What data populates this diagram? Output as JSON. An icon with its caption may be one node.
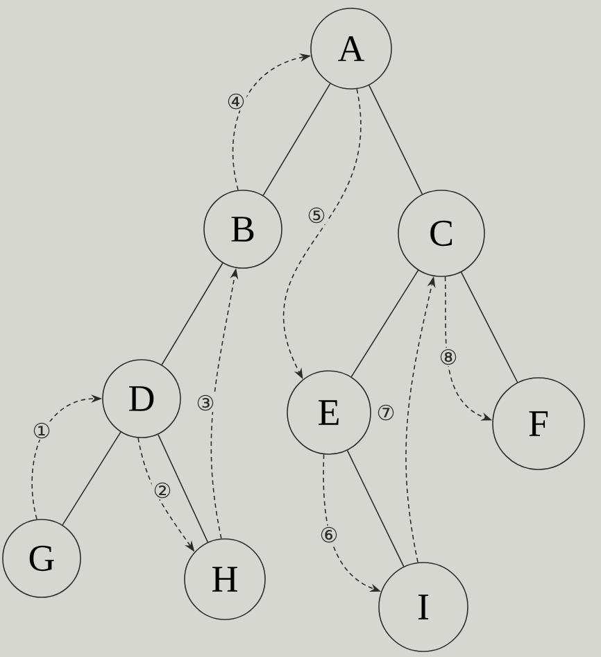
{
  "diagram": {
    "nodes": [
      {
        "text": [
          "A"
        ]
      },
      {
        "text": [
          "B"
        ]
      },
      {
        "text": [
          "C"
        ]
      },
      {
        "text": [
          "D"
        ]
      },
      {
        "text": [
          "E"
        ]
      },
      {
        "text": [
          "F"
        ]
      },
      {
        "text": [
          "G"
        ]
      },
      {
        "text": [
          "H"
        ]
      },
      {
        "text": [
          "I"
        ]
      }
    ],
    "edges": [
      {
        "from": 0,
        "to": 1,
        "arrow": "none"
      },
      {
        "from": 0,
        "to": 2,
        "arrow": "none"
      },
      {
        "from": 1,
        "to": 3,
        "arrow": "none"
      },
      {
        "from": 2,
        "to": 4,
        "arrow": "none"
      },
      {
        "from": 2,
        "to": 5,
        "arrow": "none"
      },
      {
        "from": 3,
        "to": 6,
        "arrow": "none"
      },
      {
        "from": 3,
        "to": 7,
        "arrow": "none"
      },
      {
        "from": 4,
        "to": 8,
        "arrow": "none"
      },
      {
        "from": 6,
        "to": 3,
        "arrow": "to",
        "label": "①",
        "style": "dashed"
      },
      {
        "from": 3,
        "to": 7,
        "arrow": "to",
        "label": "②",
        "style": "dashed"
      },
      {
        "from": 7,
        "to": 1,
        "arrow": "to",
        "label": "③",
        "style": "dashed"
      },
      {
        "from": 1,
        "to": 0,
        "arrow": "to",
        "label": "④",
        "style": "dashed"
      },
      {
        "from": 0,
        "to": 4,
        "arrow": "to",
        "label": "⑤",
        "style": "dashed"
      },
      {
        "from": 4,
        "to": 8,
        "arrow": "to",
        "label": "⑥",
        "style": "dashed"
      },
      {
        "from": 8,
        "to": 2,
        "arrow": "to",
        "label": "⑦",
        "style": "dashed"
      },
      {
        "from": 2,
        "to": 5,
        "arrow": "to",
        "label": "⑧",
        "style": "dashed"
      }
    ]
  }
}
